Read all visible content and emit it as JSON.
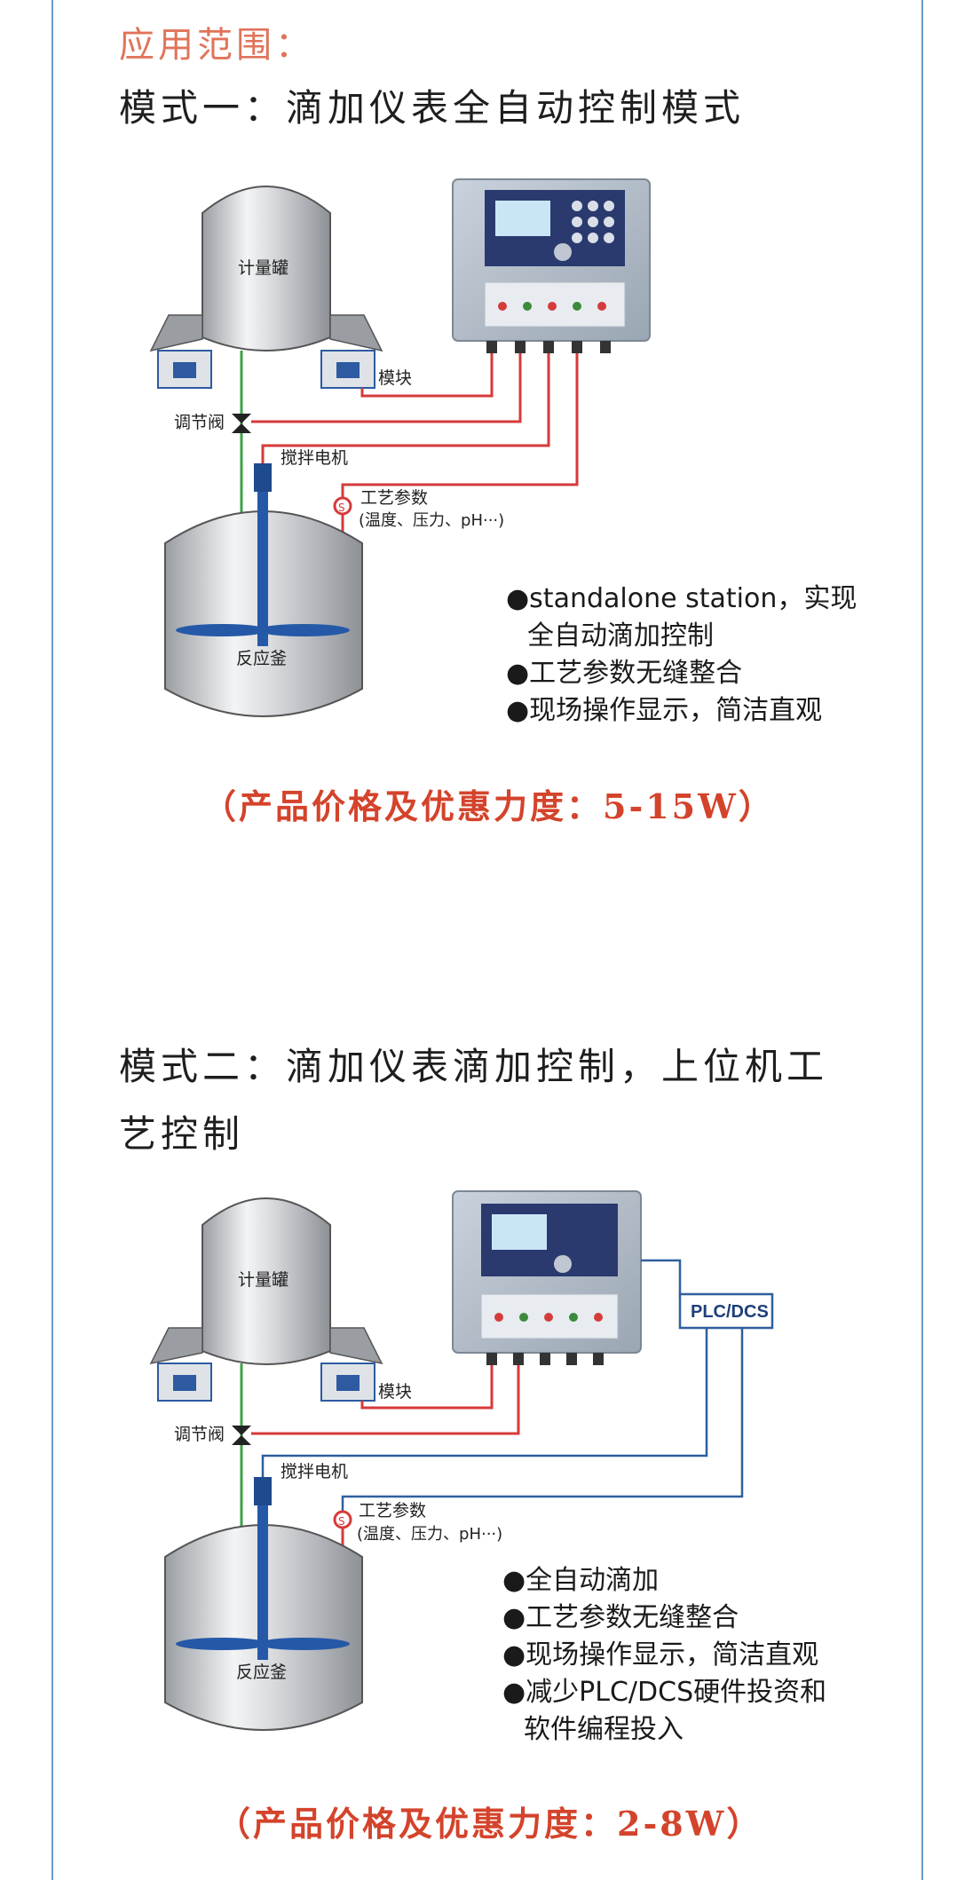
{
  "section_title": "应用范围：",
  "mode1": {
    "title": "模式一：滴加仪表全自动控制模式",
    "diagram": {
      "tank_top": "计量罐",
      "module": "模块",
      "valve": "调节阀",
      "motor": "搅拌电机",
      "process_param": "工艺参数",
      "process_param_sub": "(温度、压力、pH···)",
      "reactor": "反应釜",
      "bullets": [
        "●standalone station，实现",
        "全自动滴加控制",
        "●工艺参数无缝整合",
        "●现场操作显示，简洁直观"
      ]
    },
    "price": "（产品价格及优惠力度：5-15W）"
  },
  "mode2": {
    "title_line1": "模式二：滴加仪表滴加控制，上位机工",
    "title_line2": "艺控制",
    "diagram": {
      "tank_top": "计量罐",
      "module": "模块",
      "valve": "调节阀",
      "motor": "搅拌电机",
      "process_param": "工艺参数",
      "process_param_sub": "(温度、压力、pH···)",
      "reactor": "反应釜",
      "plc": "PLC/DCS",
      "bullets": [
        "●全自动滴加",
        "●工艺参数无缝整合",
        "●现场操作显示，简洁直观",
        "●减少PLC/DCS硬件投资和",
        "软件编程投入"
      ]
    },
    "price": "（产品价格及优惠力度：2-8W）"
  },
  "colors": {
    "section_title": "#e0745a",
    "price": "#d4432b",
    "red_line": "#d63a3a",
    "blue_line": "#2f5f9e",
    "green_line": "#3fa04a"
  },
  "icons": [
    "tank-icon",
    "controller-icon",
    "valve-icon",
    "sensor-icon",
    "motor-icon",
    "reactor-icon"
  ]
}
